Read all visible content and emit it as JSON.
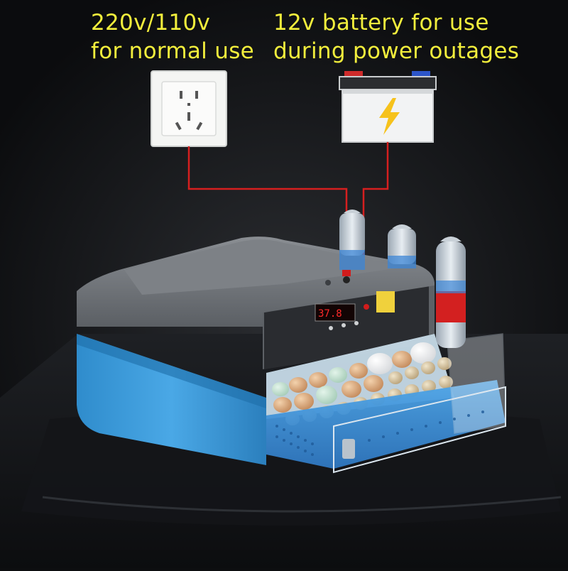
{
  "captions": {
    "mains": {
      "line1": "220v/110v",
      "line2": "for normal use"
    },
    "battery": {
      "line1": "12v battery for use",
      "line2": "during power outages"
    }
  },
  "display": {
    "temperature_reading": "37.8"
  },
  "icons": {
    "outlet": "wall-socket-icon",
    "battery": "car-battery-icon",
    "bolt": "lightning-bolt-icon"
  },
  "colors": {
    "caption_text": "#f2ee3c",
    "background": "#0d0e10",
    "wire": "#d61f1f",
    "incubator_body": "#3a9ad8",
    "incubator_lid": "#6f7378",
    "display_digits": "#ff2a2a"
  }
}
